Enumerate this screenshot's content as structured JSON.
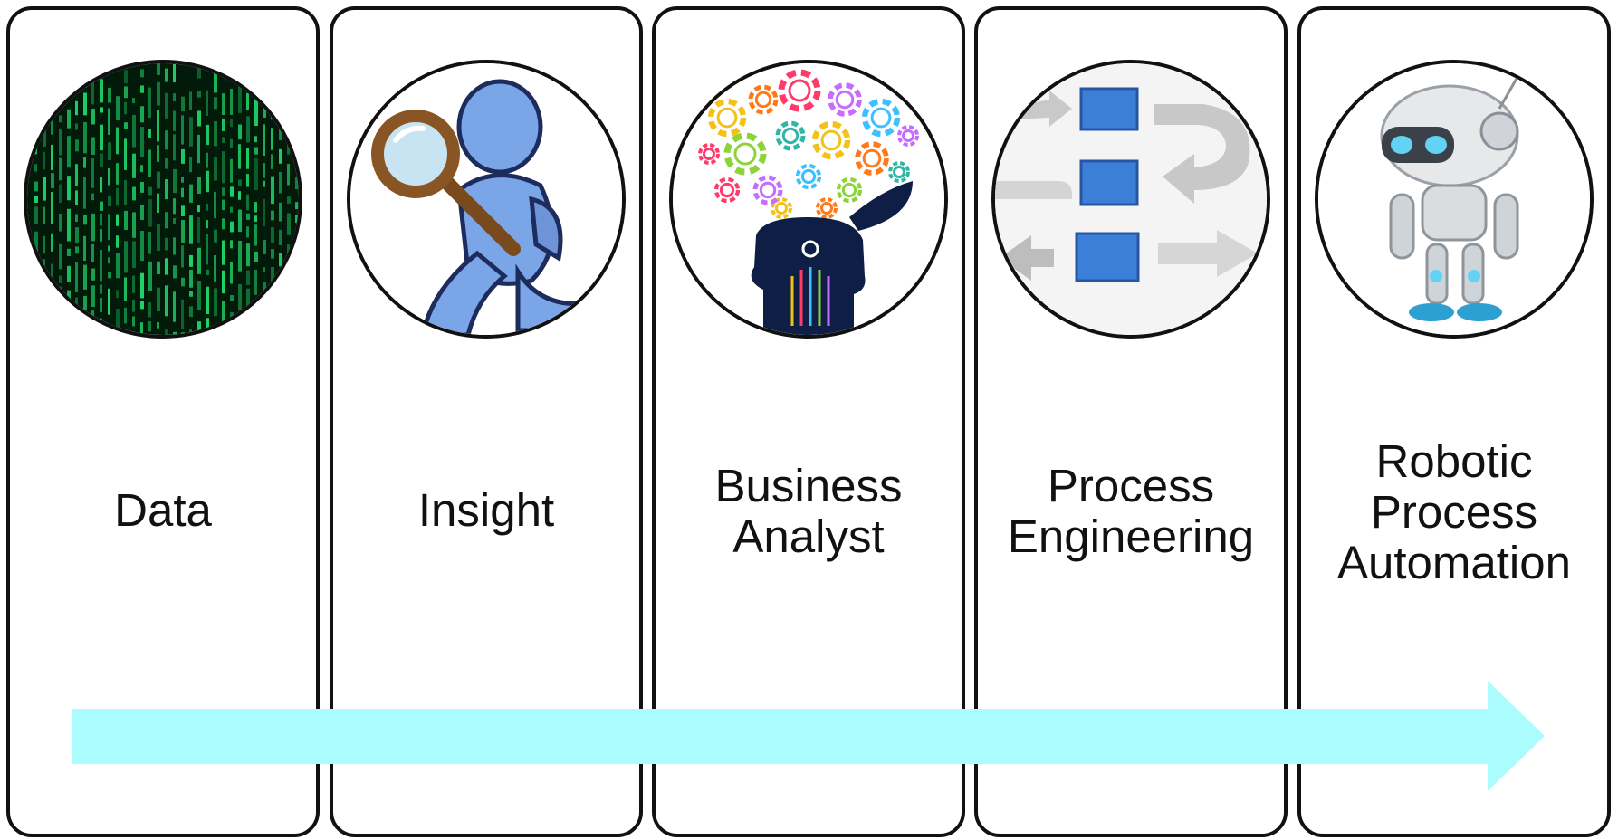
{
  "stages": [
    {
      "label": "Data",
      "icon": "matrix-code-icon"
    },
    {
      "label": "Insight",
      "icon": "magnifying-glass-figure-icon"
    },
    {
      "label": "Business\nAnalyst",
      "icon": "head-with-gears-icon"
    },
    {
      "label": "Process\nEngineering",
      "icon": "process-flow-icon"
    },
    {
      "label": "Robotic\nProcess\nAutomation",
      "icon": "robot-icon"
    }
  ],
  "colors": {
    "arrow": "#aafcff",
    "border": "#111111",
    "matrix": "#1fd36a",
    "figure": "#7aa6e8",
    "block": "#3c7fd8"
  }
}
